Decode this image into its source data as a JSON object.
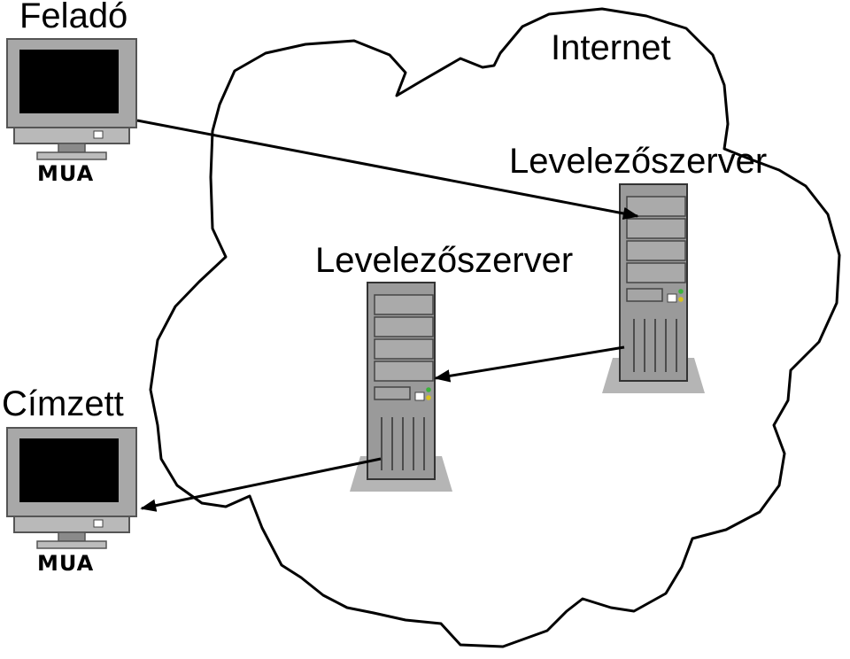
{
  "diagram": {
    "cloud_label": "Internet",
    "sender": {
      "role_label": "Feladó",
      "client_label": "MUA"
    },
    "recipient": {
      "role_label": "Címzett",
      "client_label": "MUA"
    },
    "servers": [
      {
        "label": "Levelezőszerver"
      },
      {
        "label": "Levelezőszerver"
      }
    ]
  },
  "colors": {
    "line": "#000000",
    "monitor_body": "#a8a8a8",
    "screen": "#000000",
    "server_body": "#9a9a9a",
    "server_base": "#b5b5b5",
    "led_green": "#3bb33b",
    "led_yellow": "#d9c21d"
  },
  "icons": [
    "monitor-icon",
    "server-icon",
    "arrow-icon",
    "cloud-shape"
  ]
}
